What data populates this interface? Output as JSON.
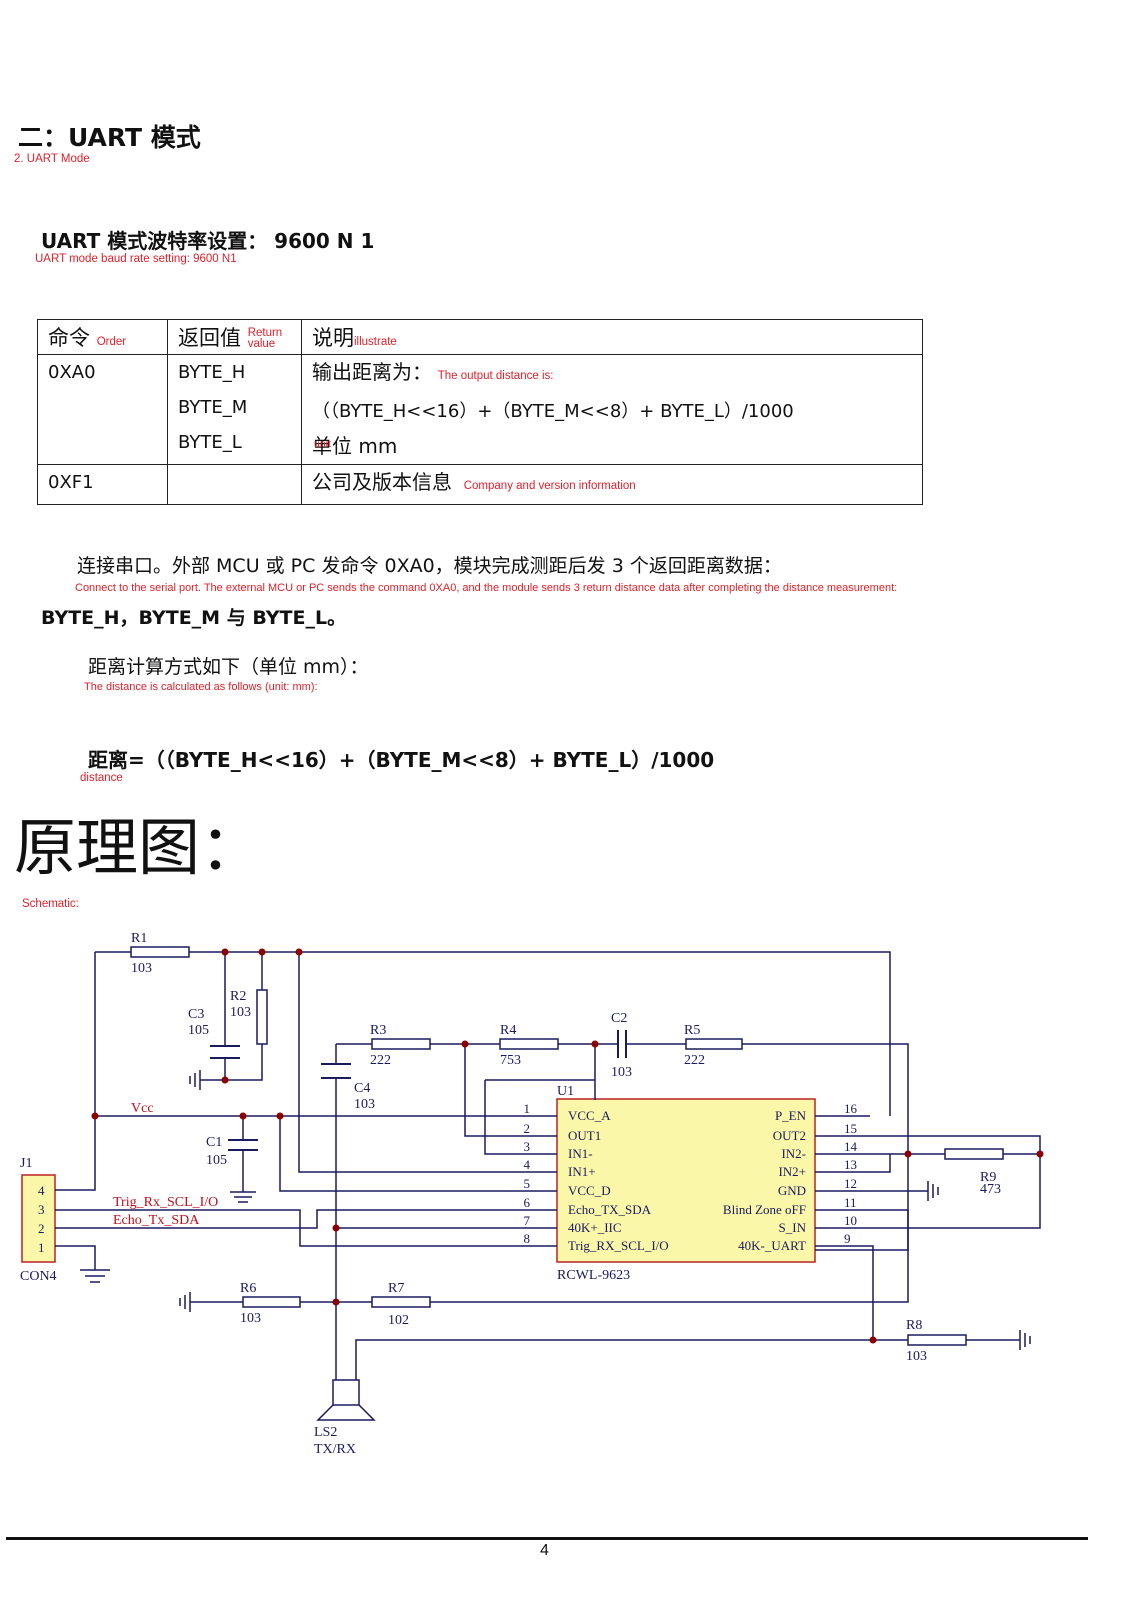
{
  "section": {
    "heading": "二：UART 模式",
    "heading_en": "2. UART Mode",
    "baud_cn": "UART 模式波特率设置： 9600 N 1",
    "baud_en": "UART mode baud rate setting: 9600 N1"
  },
  "table": {
    "headers": {
      "order_cn": "命令",
      "order_en": "Order",
      "return_cn": "返回值",
      "return_en_1": "Return",
      "return_en_2": "value",
      "desc_cn": "说明",
      "desc_en": "illustrate"
    },
    "row1": {
      "cmd": "0XA0",
      "bytes": [
        "BYTE_H",
        "BYTE_M",
        "BYTE_L"
      ],
      "desc_line1_cn": "输出距离为：",
      "desc_line1_en": "The output distance is:",
      "desc_line2": "（（BYTE_H<<16）+（BYTE_M<<8）+ BYTE_L）/1000",
      "desc_unit_en": "unit",
      "desc_line3": "单位 mm"
    },
    "row2": {
      "cmd": "0XF1",
      "desc_cn": "公司及版本信息",
      "desc_en": "Company and version information"
    }
  },
  "body": {
    "para1_cn": "连接串口。外部 MCU 或 PC 发命令 0XA0，模块完成测距后发 3 个返回距离数据：",
    "para1_en": "Connect to the serial port. The external MCU or PC sends the command 0XA0, and the module sends 3 return distance data after completing the distance measurement:",
    "para1_cont": "BYTE_H，BYTE_M 与 BYTE_L。",
    "calc_cn": "距离计算方式如下（单位 mm）：",
    "calc_en": "The distance is calculated as follows (unit: mm):",
    "formula": "距离=（（BYTE_H<<16）+（BYTE_M<<8）+ BYTE_L）/1000",
    "formula_en": "distance"
  },
  "schematic": {
    "title_cn": "原理图：",
    "title_en": "Schematic:",
    "ic_name": "U1",
    "ic_part": "RCWL-9623",
    "left_pins": [
      {
        "num": "1",
        "name": "VCC_A"
      },
      {
        "num": "2",
        "name": "OUT1"
      },
      {
        "num": "3",
        "name": "IN1-"
      },
      {
        "num": "4",
        "name": "IN1+"
      },
      {
        "num": "5",
        "name": "VCC_D"
      },
      {
        "num": "6",
        "name": "Echo_TX_SDA"
      },
      {
        "num": "7",
        "name": "40K+_IIC"
      },
      {
        "num": "8",
        "name": "Trig_RX_SCL_I/O"
      }
    ],
    "right_pins": [
      {
        "num": "16",
        "name": "P_EN"
      },
      {
        "num": "15",
        "name": "OUT2"
      },
      {
        "num": "14",
        "name": "IN2-"
      },
      {
        "num": "13",
        "name": "IN2+"
      },
      {
        "num": "12",
        "name": "GND"
      },
      {
        "num": "11",
        "name": "Blind Zone oFF"
      },
      {
        "num": "10",
        "name": "S_IN"
      },
      {
        "num": "9",
        "name": "40K-_UART"
      }
    ],
    "components": {
      "R1": {
        "ref": "R1",
        "val": "103"
      },
      "R2": {
        "ref": "R2",
        "val": "103"
      },
      "R3": {
        "ref": "R3",
        "val": "222"
      },
      "R4": {
        "ref": "R4",
        "val": "753"
      },
      "R5": {
        "ref": "R5",
        "val": "222"
      },
      "R6": {
        "ref": "R6",
        "val": "103"
      },
      "R7": {
        "ref": "R7",
        "val": "102"
      },
      "R8": {
        "ref": "R8",
        "val": "103"
      },
      "R9": {
        "ref": "R9",
        "val": "473"
      },
      "C1": {
        "ref": "C1",
        "val": "105"
      },
      "C2": {
        "ref": "C2",
        "val": "103"
      },
      "C3": {
        "ref": "C3",
        "val": "105"
      },
      "C4": {
        "ref": "C4",
        "val": "103"
      },
      "J1": {
        "ref": "J1",
        "val": "CON4",
        "pins": [
          "4",
          "3",
          "2",
          "1"
        ]
      },
      "LS2": {
        "ref": "LS2",
        "val": "TX/RX"
      }
    },
    "nets": {
      "vcc": "Vcc",
      "trig": "Trig_Rx_SCL_I/O",
      "echo": "Echo_Tx_SDA"
    }
  },
  "footer": {
    "page_number": "4"
  }
}
